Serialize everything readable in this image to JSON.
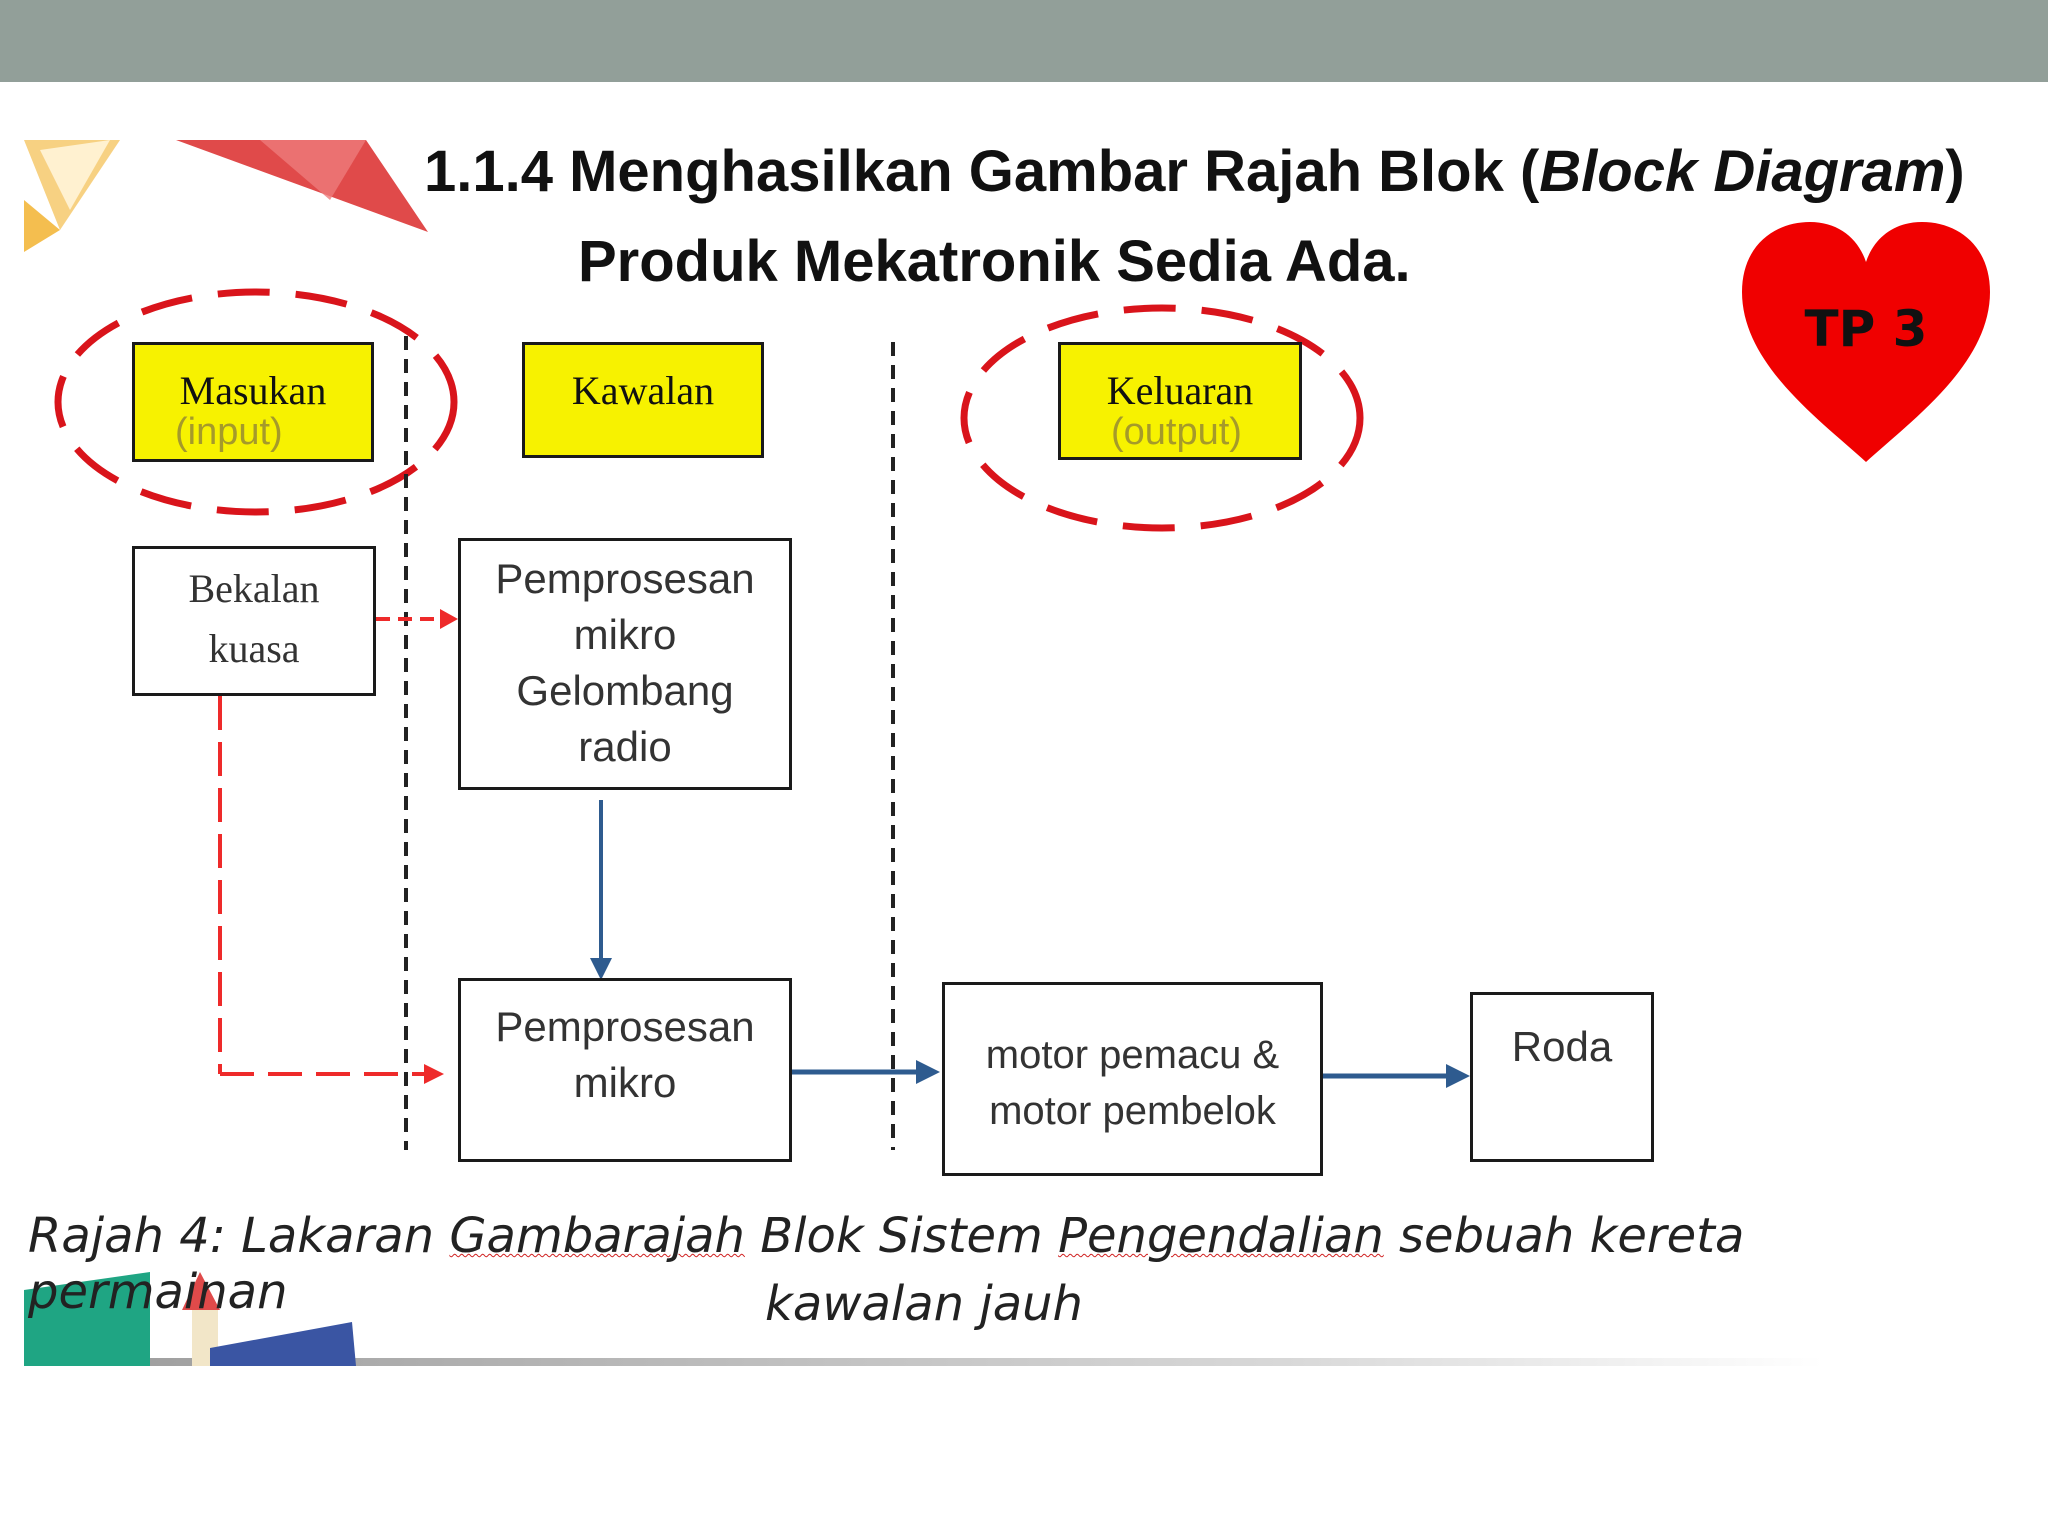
{
  "slide": {
    "title_line1_prefix": "1.1.4 Menghasilkan Gambar Rajah Blok (",
    "title_line1_italic": "Block Diagram",
    "title_line1_suffix": ")",
    "title_line2": "Produk Mekatronik  Sedia Ada.",
    "badge": "TP 3"
  },
  "diagram": {
    "headers": {
      "input": {
        "label": "Masukan",
        "sub": "(input)"
      },
      "control": {
        "label": "Kawalan"
      },
      "output": {
        "label": "Keluaran",
        "sub": "(output)"
      }
    },
    "blocks": {
      "power": [
        "Bekalan",
        "kuasa"
      ],
      "rf": [
        "Pemprosesan",
        "mikro",
        "Gelombang",
        "radio"
      ],
      "micro": [
        "Pemprosesan",
        "mikro"
      ],
      "motor": [
        "motor pemacu &",
        "motor pembelok"
      ],
      "wheel": "Roda"
    },
    "colors": {
      "highlight": "#f7f200",
      "accent_red": "#d9141b",
      "arrow_blue": "#2e5b8f",
      "badge_red": "#f00000"
    }
  },
  "caption": {
    "line1_parts": [
      "Rajah 4: Lakaran ",
      "Gambarajah",
      " Blok Sistem ",
      "Pengendalian",
      " sebuah kereta permainan"
    ],
    "line2": "kawalan jauh"
  }
}
